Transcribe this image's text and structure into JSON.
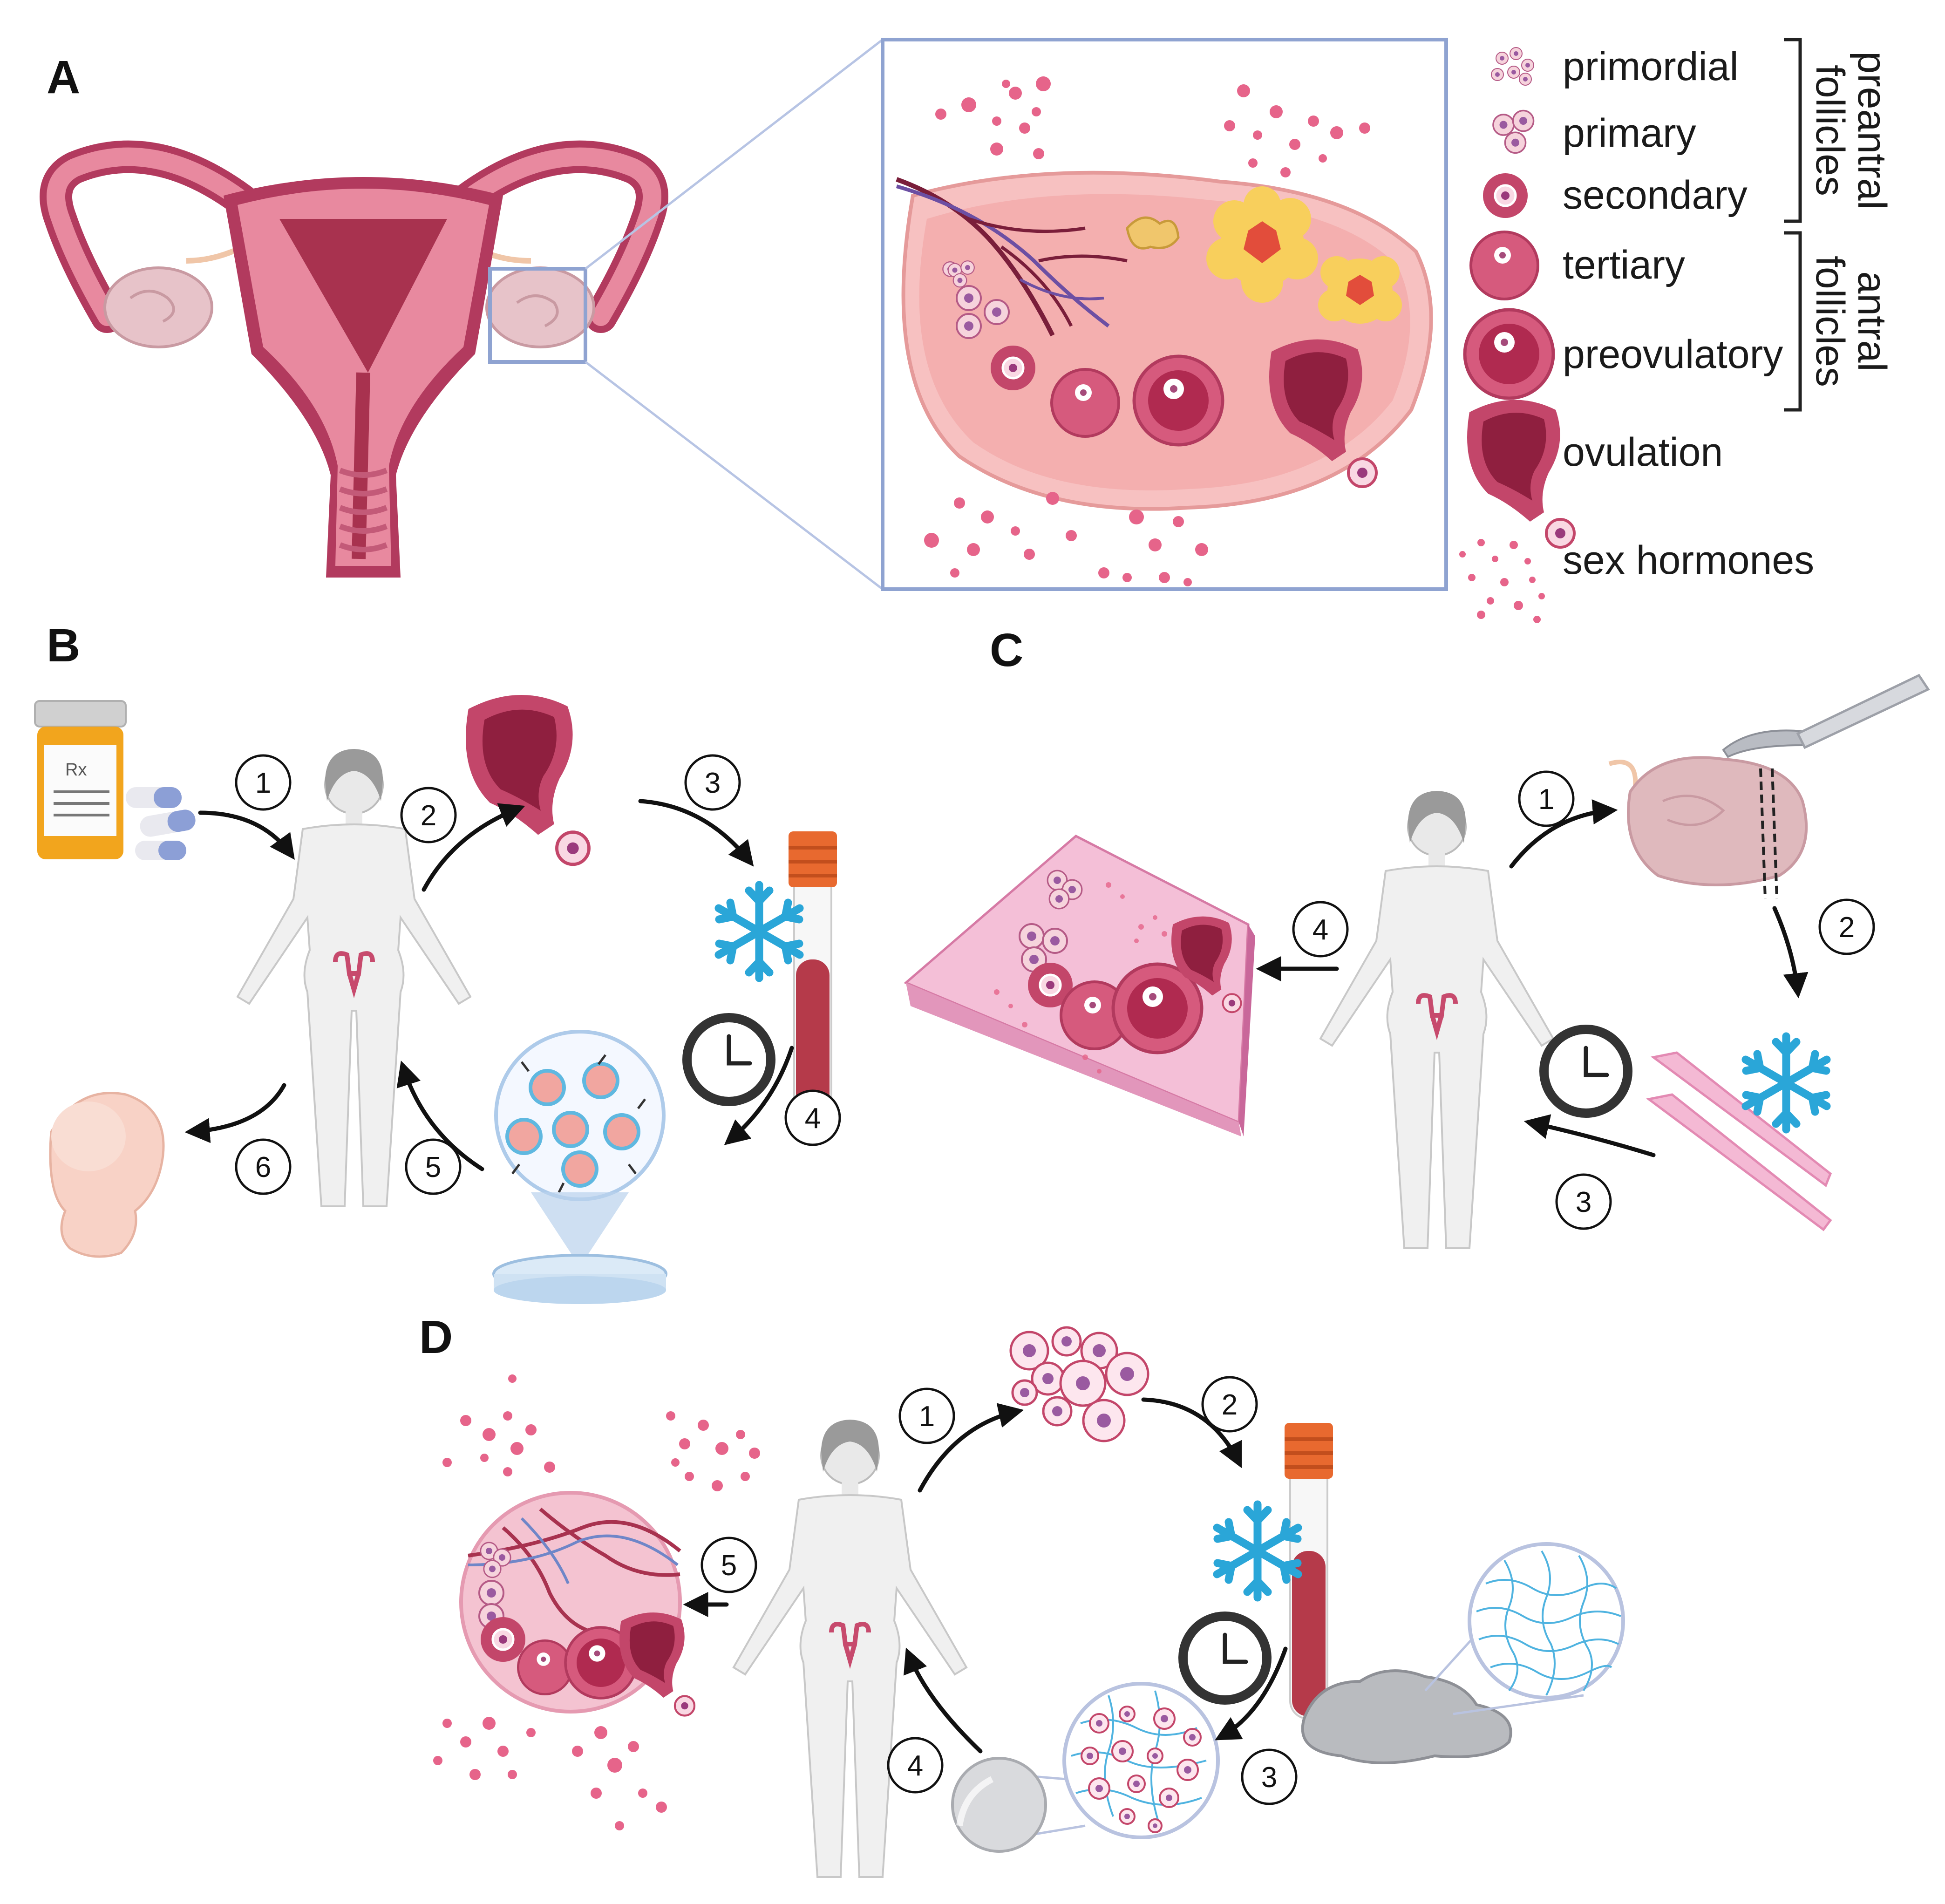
{
  "panels": {
    "a": "A",
    "b": "B",
    "c": "C",
    "d": "D"
  },
  "legend": {
    "primordial": "primordial",
    "primary": "primary",
    "secondary": "secondary",
    "tertiary": "tertiary",
    "preovulatory": "preovulatory",
    "ovulation": "ovulation",
    "sex_hormones": "sex hormones",
    "group_preantral": [
      "preantral",
      "follicles"
    ],
    "group_antral": [
      "antral",
      "follicles"
    ]
  },
  "bottle_label": "Rx",
  "steps": {
    "b": [
      "1",
      "2",
      "3",
      "4",
      "5",
      "6"
    ],
    "c": [
      "1",
      "2",
      "3",
      "4"
    ],
    "d": [
      "1",
      "2",
      "3",
      "4",
      "5"
    ]
  },
  "colors": {
    "tissue": "#e8899f",
    "tissue_dark": "#a8324f",
    "ovary": "#f5b8b8",
    "frame": "#8fa3d1",
    "snow": "#2aa6d8",
    "hormone": "#e6648a",
    "bottle": "#f2a51d"
  }
}
